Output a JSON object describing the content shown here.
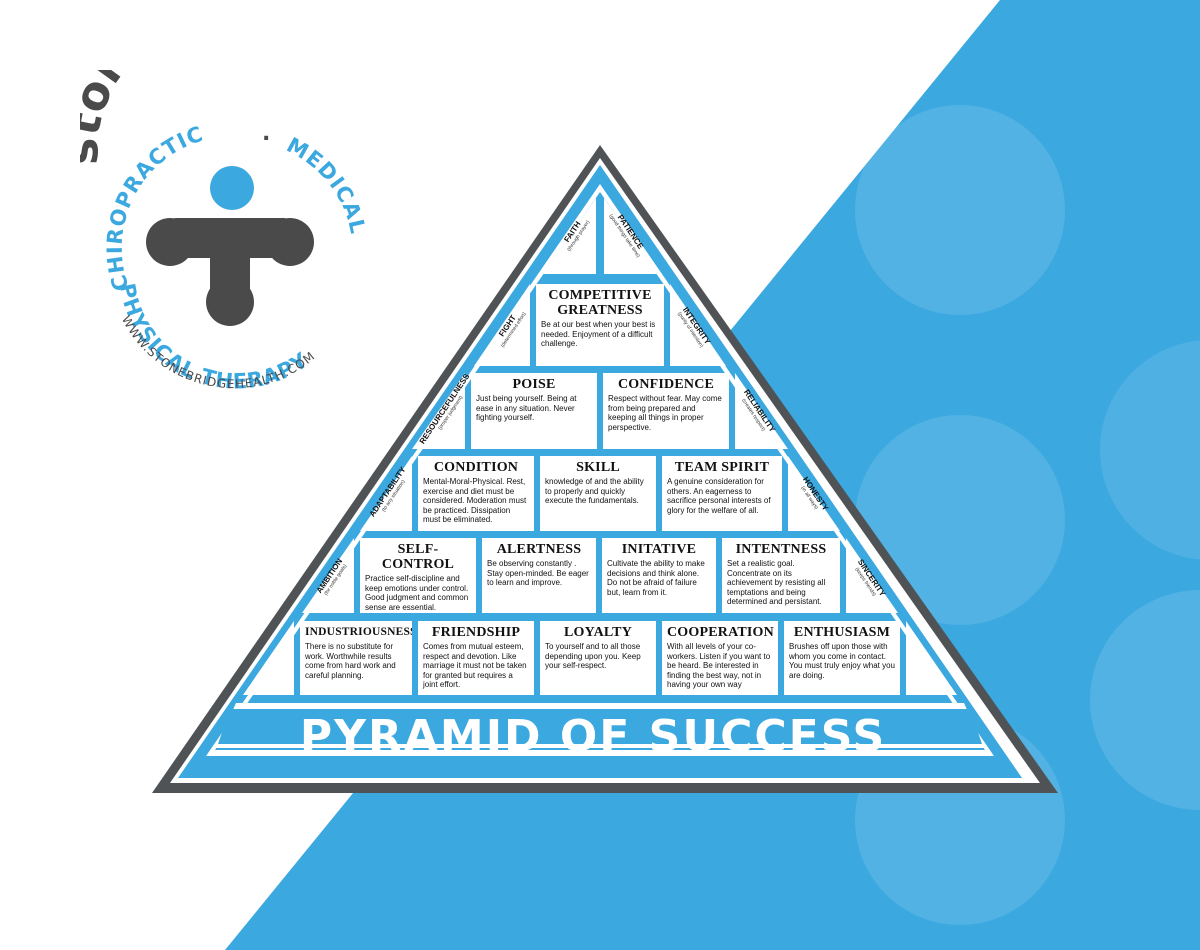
{
  "colors": {
    "accent": "#3ba8e0",
    "dark": "#4a4a4a",
    "frame": "#505355"
  },
  "logo": {
    "name": "stonebridge",
    "arc_left": "CHIROPRACTIC",
    "dot": ".",
    "arc_right": "MEDICAL",
    "arc_bottom": "PHYSICAL THERAPY",
    "url": "WWW.STONEBRIDGEHEALTH.COM"
  },
  "banner": "PYRAMID OF SUCCESS",
  "top_blocks": {
    "faith": {
      "name": "FAITH",
      "sub": "(through prayer)"
    },
    "patience": {
      "name": "PATIENCE",
      "sub": "(good things take time)"
    }
  },
  "side_labels": {
    "fight": {
      "name": "FIGHT",
      "sub": "(determined effort)"
    },
    "integrity": {
      "name": "INTEGRITY",
      "sub": "(purity of intention)"
    },
    "resourcefulness": {
      "name": "RESOURCEFULNESS",
      "sub": "(proper judgment)"
    },
    "reliability": {
      "name": "RELIABILITY",
      "sub": "(creates respect)"
    },
    "adaptability": {
      "name": "ADAPTABILITY",
      "sub": "(to any situation)"
    },
    "honesty": {
      "name": "HONESTY",
      "sub": "(in all ways)"
    },
    "ambition": {
      "name": "AMBITION",
      "sub": "(for noble goals)"
    },
    "sincerity": {
      "name": "SINCERITY",
      "sub": "(keeps friends)"
    }
  },
  "blocks": {
    "competitive_greatness": {
      "title": "COMPETITIVE GREATNESS",
      "desc": "Be at our best when your best is needed. Enjoyment of a difficult challenge."
    },
    "poise": {
      "title": "POISE",
      "desc": "Just being yourself. Being at ease in any situation. Never fighting yourself."
    },
    "confidence": {
      "title": "CONFIDENCE",
      "desc": "Respect without fear. May come from being prepared and keeping all things in proper perspective."
    },
    "condition": {
      "title": "CONDITION",
      "desc": "Mental-Moral-Physical. Rest, exercise and diet must be considered. Moderation must be practiced. Dissipation must be eliminated."
    },
    "skill": {
      "title": "SKILL",
      "desc": "knowledge of and the ability to properly and quickly execute the fundamentals."
    },
    "team_spirit": {
      "title": "TEAM SPIRIT",
      "desc": "A genuine consideration for others. An eagerness to sacrifice personal interests of glory for the welfare of all."
    },
    "self_control": {
      "title": "SELF-CONTROL",
      "desc": "Practice self-discipline and keep emotions under control. Good judgment and common sense are essential."
    },
    "alertness": {
      "title": "ALERTNESS",
      "desc": "Be observing constantly . Stay open-minded. Be eager to learn and improve."
    },
    "initative": {
      "title": "INITATIVE",
      "desc": "Cultivate the ability to make decisions and think alone. Do not be afraid of failure but, learn from it."
    },
    "intentness": {
      "title": "INTENTNESS",
      "desc": "Set a realistic goal. Concentrate on its achievement by resisting all temptations and being determined and persistant."
    },
    "industriousness": {
      "title": "INDUSTRIOUSNESS",
      "desc": "There is no substitute for work. Worthwhile results come from hard work and careful planning."
    },
    "friendship": {
      "title": "FRIENDSHIP",
      "desc": "Comes from mutual esteem, respect and devotion. Like marriage it must not be taken for granted but requires a joint effort."
    },
    "loyalty": {
      "title": "LOYALTY",
      "desc": "To yourself and to all those depending upon you. Keep your self-respect."
    },
    "cooperation": {
      "title": "COOPERATION",
      "desc": "With all levels of your co-workers. Listen if you want to be heard. Be interested in finding the best way, not in having your own way"
    },
    "enthusiasm": {
      "title": "ENTHUSIASM",
      "desc": "Brushes off upon those with whom you come in contact. You must truly enjoy what you are doing."
    }
  }
}
